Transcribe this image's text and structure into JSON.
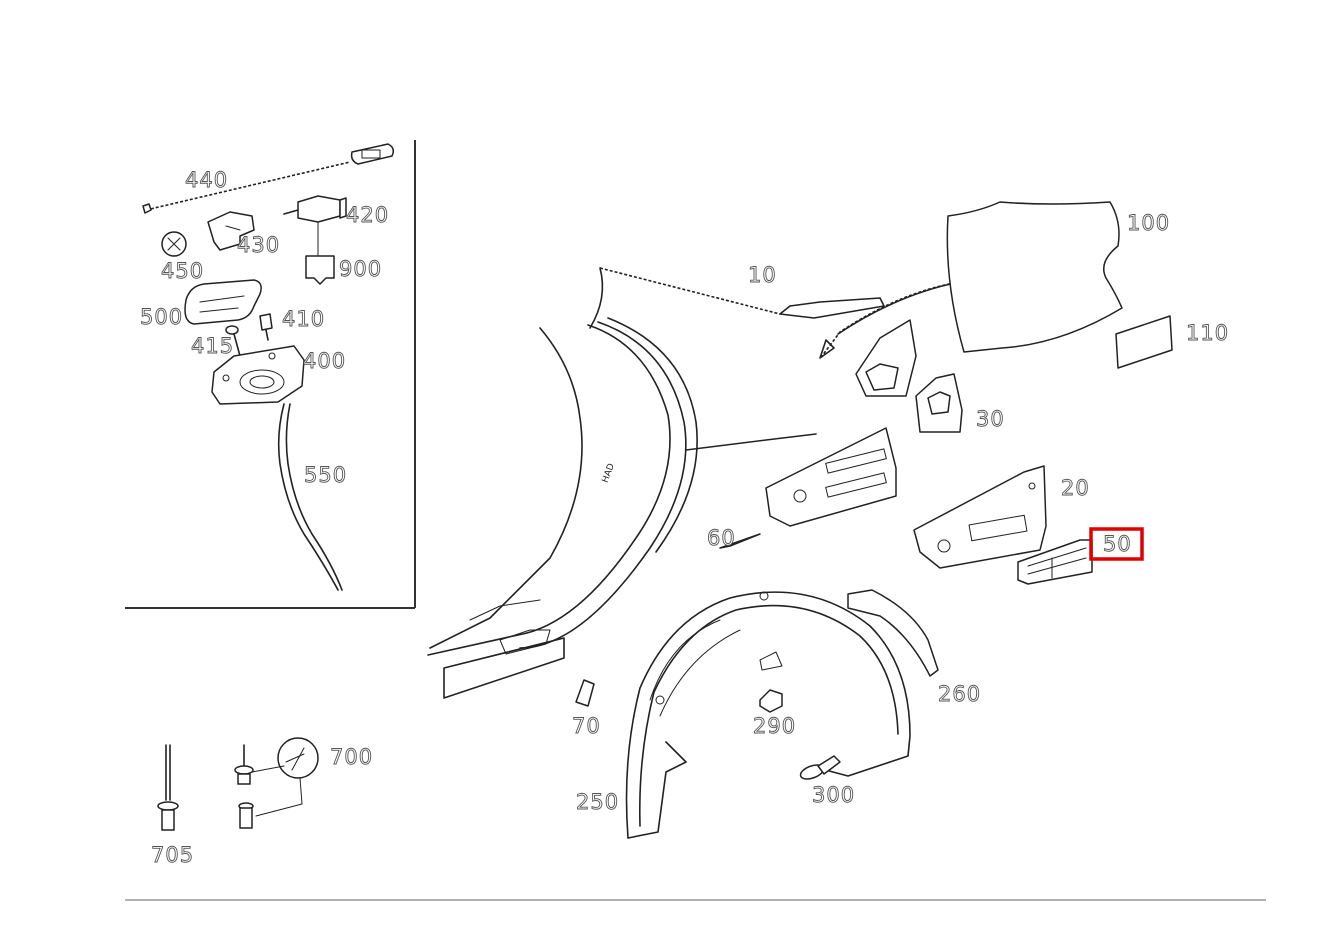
{
  "diagram": {
    "highlight_color": "#e00000",
    "highlighted_part": "50",
    "labels": {
      "p10": "10",
      "p20": "20",
      "p30": "30",
      "p50": "50",
      "p60": "60",
      "p70": "70",
      "p100": "100",
      "p110": "110",
      "p250": "250",
      "p260": "260",
      "p290": "290",
      "p300": "300",
      "p400": "400",
      "p410": "410",
      "p415": "415",
      "p420": "420",
      "p430": "430",
      "p440": "440",
      "p450": "450",
      "p500": "500",
      "p550": "550",
      "p700": "700",
      "p705": "705",
      "p900": "900"
    }
  }
}
